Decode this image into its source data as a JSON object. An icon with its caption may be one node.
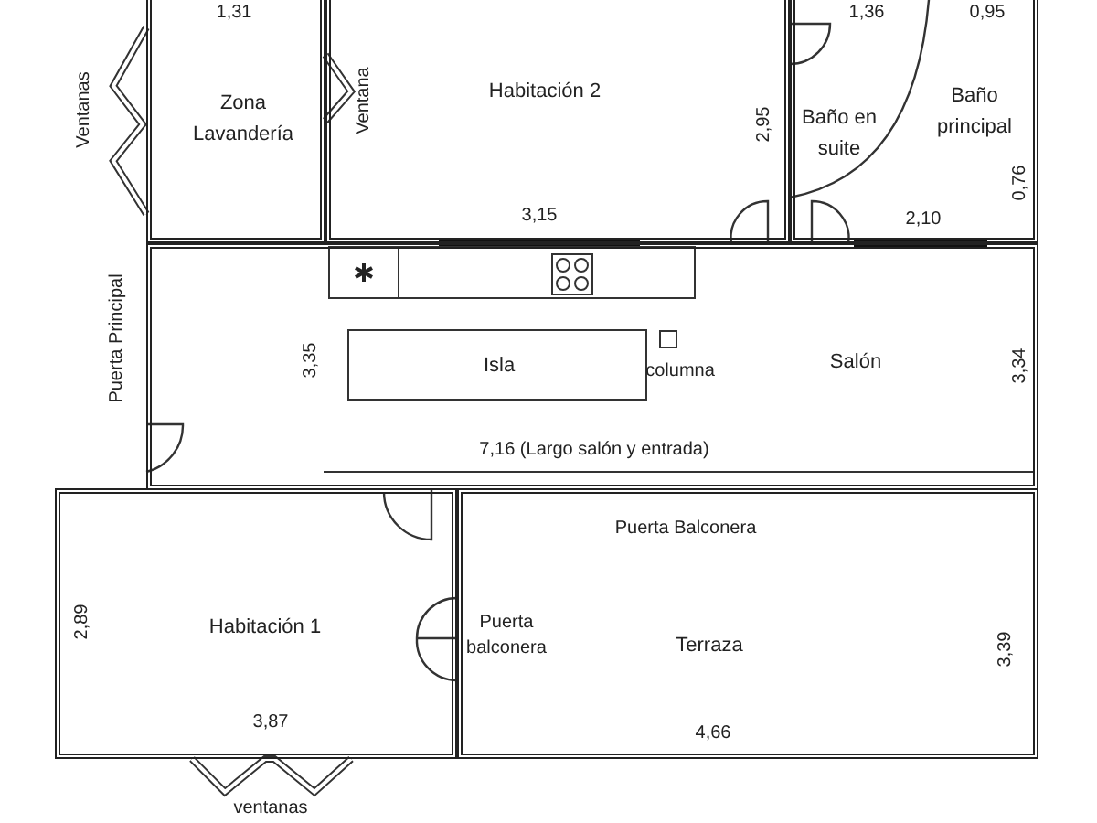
{
  "diagram": {
    "nodes": [
      {
        "text": [
          "Zona Lavandería"
        ]
      },
      {
        "text": [
          "Habitación 2"
        ]
      },
      {
        "text": [
          "Baño en suite"
        ]
      },
      {
        "text": [
          "Baño principal"
        ]
      },
      {
        "text": [
          "Salón"
        ]
      },
      {
        "text": [
          "Isla"
        ],
        "in": 4
      },
      {
        "text": [
          "Habitación 1"
        ]
      },
      {
        "text": [
          "Terraza"
        ]
      }
    ],
    "edges": [],
    "labels": [
      "1,31",
      "1,36",
      "0,95",
      "Ventanas",
      "Ventana",
      "2,95",
      "0,76",
      "3,15",
      "2,10",
      "Puerta Principal",
      "3,35",
      "columna",
      "3,34",
      "7,16 (Largo salón y entrada)",
      "Puerta Balconera",
      "2,89",
      "Puerta balconera",
      "3,39",
      "3,87",
      "4,66",
      "ventanas"
    ]
  }
}
